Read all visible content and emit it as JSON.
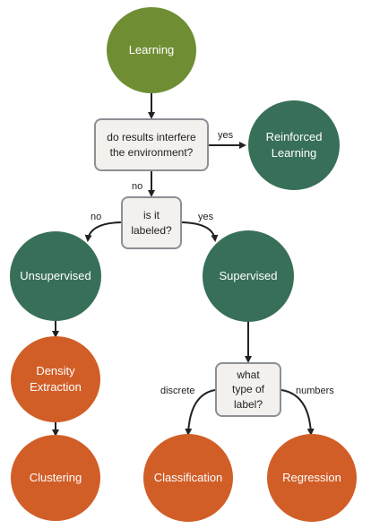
{
  "colors": {
    "root": "#6f8e34",
    "category": "#386f58",
    "method": "#d15e27",
    "decision_fill": "#f3f0ed",
    "decision_border": "#8c8f94",
    "arrow": "#222222"
  },
  "nodes": {
    "learning": "Learning",
    "reinforced_learning": "Reinforced\nLearning",
    "unsupervised": "Unsupervised",
    "supervised": "Supervised",
    "density_extraction": "Density\nExtraction",
    "clustering": "Clustering",
    "classification": "Classification",
    "regression": "Regression"
  },
  "decisions": {
    "interfere": "do results interfere\nthe environment?",
    "labeled": "is it\nlabeled?",
    "label_type": "what\ntype of\nlabel?"
  },
  "edge_labels": {
    "interfere_yes": "yes",
    "interfere_no": "no",
    "labeled_no": "no",
    "labeled_yes": "yes",
    "label_discrete": "discrete",
    "label_numbers": "numbers"
  }
}
